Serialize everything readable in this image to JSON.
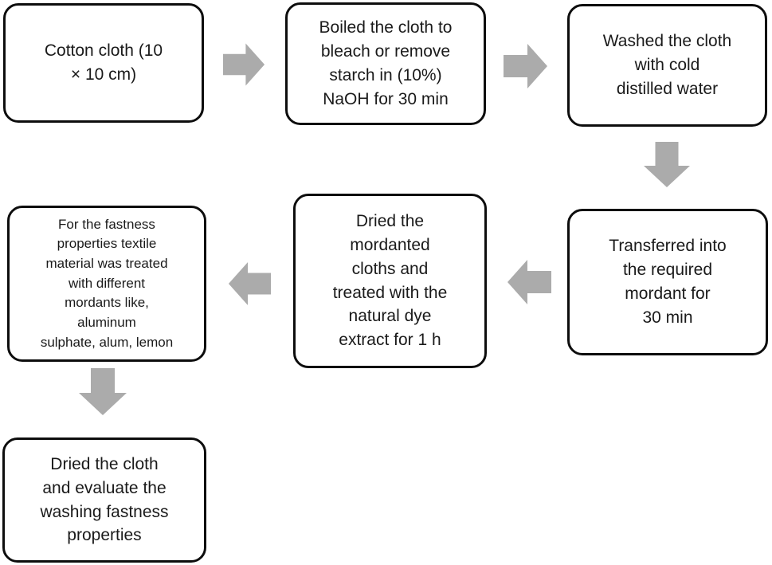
{
  "diagram": {
    "colors": {
      "background": "#ffffff",
      "box_fill": "#ffffff",
      "box_border": "#0d0d0d",
      "arrow": "#ababab",
      "text": "#1a1a1a"
    },
    "steps": [
      {
        "text": "Cotton cloth (10\n× 10 cm)"
      },
      {
        "text": "Boiled the cloth to\nbleach or remove\nstarch in (10%)\nNaOH for 30 min"
      },
      {
        "text": "Washed the cloth\nwith cold\ndistilled water"
      },
      {
        "text": "Transferred into\nthe required\nmordant for\n30 min"
      },
      {
        "text": "Dried the\nmordanted\ncloths and\ntreated with the\nnatural dye\nextract for 1 h"
      },
      {
        "text": "For the fastness\nproperties textile\nmaterial was treated\nwith different\nmordants like,\naluminum\nsulphate, alum, lemon"
      },
      {
        "text": "Dried the cloth\nand evaluate the\nwashing fastness\nproperties"
      }
    ],
    "arrows": [
      {
        "from_step": 1,
        "to_step": 2,
        "direction": "right"
      },
      {
        "from_step": 2,
        "to_step": 3,
        "direction": "right"
      },
      {
        "from_step": 3,
        "to_step": 4,
        "direction": "down"
      },
      {
        "from_step": 4,
        "to_step": 5,
        "direction": "left"
      },
      {
        "from_step": 5,
        "to_step": 6,
        "direction": "left"
      },
      {
        "from_step": 6,
        "to_step": 7,
        "direction": "down"
      }
    ]
  }
}
